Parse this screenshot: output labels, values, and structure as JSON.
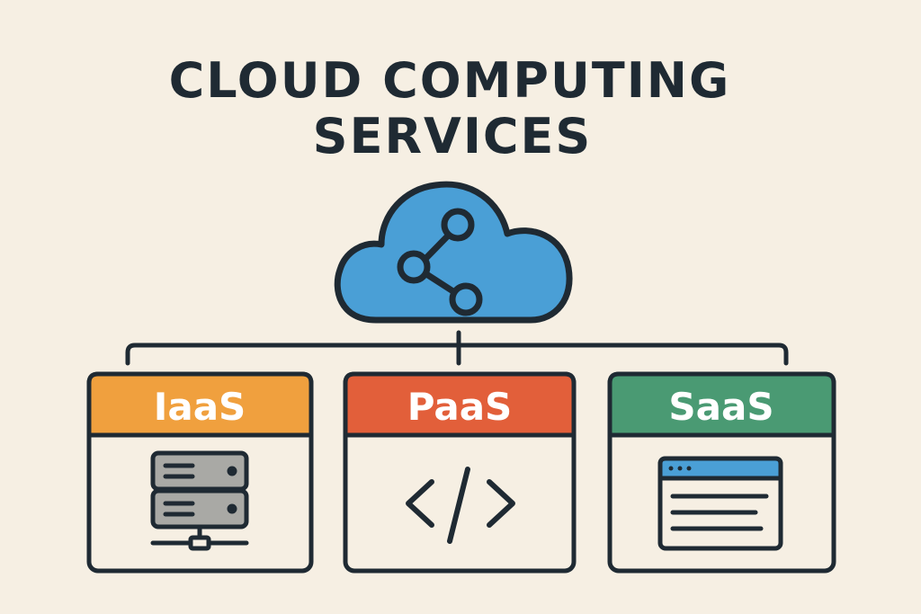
{
  "title": {
    "line1": "CLOUD COMPUTING",
    "line2": "SERVICES"
  },
  "central_node": {
    "icon": "cloud-share-icon",
    "color": "#4a9fd6"
  },
  "service_cards": [
    {
      "label": "IaaS",
      "header_color": "#f0a03e",
      "icon": "server-stack-icon"
    },
    {
      "label": "PaaS",
      "header_color": "#e25f3a",
      "icon": "code-brackets-icon"
    },
    {
      "label": "SaaS",
      "header_color": "#4a9a73",
      "icon": "browser-window-icon"
    }
  ],
  "colors": {
    "background": "#f6efe3",
    "outline": "#1f2a33",
    "server_fill": "#a9a9a5",
    "browser_bar": "#4a9fd6"
  }
}
